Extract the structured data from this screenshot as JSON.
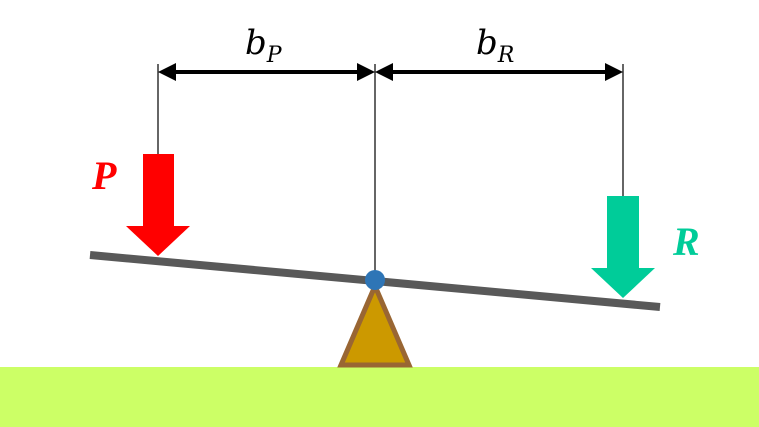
{
  "labels": {
    "lever_arm_p": {
      "main": "b",
      "sub": "P"
    },
    "lever_arm_r": {
      "main": "b",
      "sub": "R"
    },
    "force_p": "P",
    "force_r": "R"
  },
  "colors": {
    "force_p": "#ff0000",
    "force_r": "#00cc99",
    "ground": "#ccff66",
    "fulcrum_fill": "#cc9900",
    "fulcrum_stroke": "#996633",
    "beam": "#595959",
    "pivot": "#2e75b6",
    "dimension": "#000000"
  }
}
